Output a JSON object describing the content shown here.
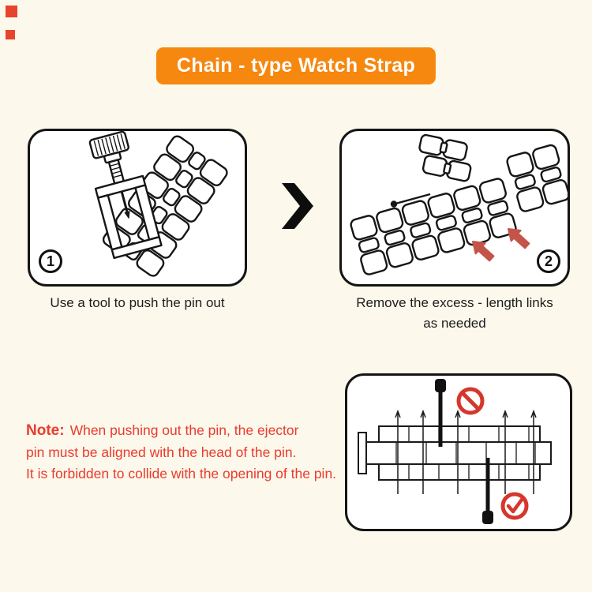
{
  "banner": {
    "title": "Chain - type Watch Strap"
  },
  "steps": {
    "step1": {
      "number": "1",
      "caption": "Use a tool to push the pin out"
    },
    "step2": {
      "number": "2",
      "caption_line1": "Remove the excess - length links",
      "caption_line2": "as needed"
    }
  },
  "note": {
    "label": "Note:",
    "line1": "When pushing out the pin, the ejector",
    "line2": "pin must be aligned with the head of the pin.",
    "line3": "It is forbidden to collide with the opening of the pin."
  },
  "icons": {
    "between_steps_arrow": "chevron-right",
    "top_pin_mark": "prohibition-circle",
    "bottom_pin_mark": "check-circle",
    "link_gap_arrows": "red-arrow"
  },
  "colors": {
    "background": "#FCF8EC",
    "banner_orange": "#F6870F",
    "note_red": "#EA3B2D",
    "arrow_red": "#C4544A",
    "sign_red": "#D6372C",
    "watermark_red": "#E8432C",
    "outline": "#151515"
  }
}
